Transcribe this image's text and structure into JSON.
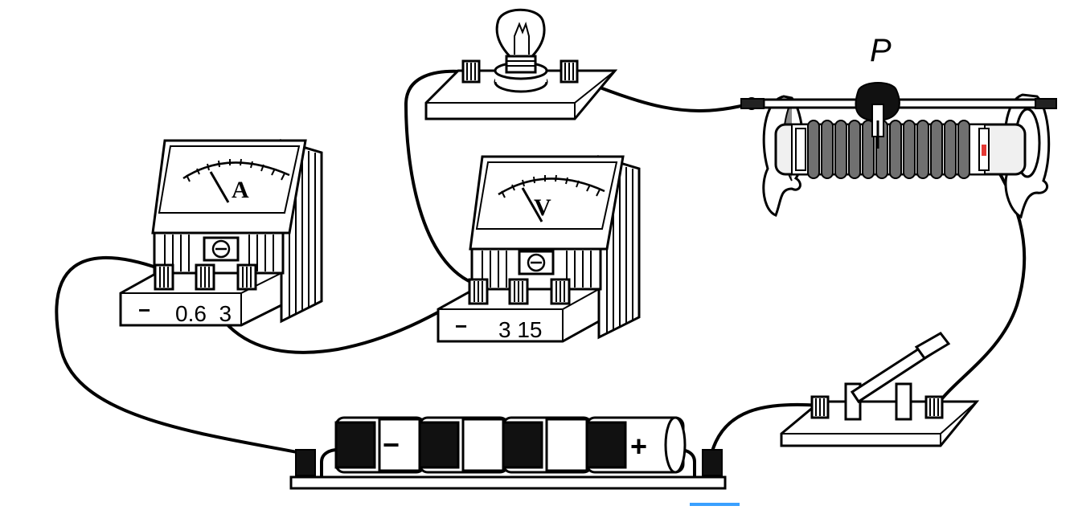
{
  "ammeter": {
    "letter": "A",
    "minus": "−",
    "terminals": [
      "0.6",
      "3"
    ],
    "terminal_text": "0.6  3"
  },
  "voltmeter": {
    "letter": "V",
    "minus": "−",
    "terminals": [
      "3",
      "15"
    ],
    "terminal_text": "3 15"
  },
  "rheostat": {
    "slider_label": "P"
  },
  "battery": {
    "minus": "−",
    "plus": "+"
  },
  "colors": {
    "line": "#000000",
    "metal": "#8a8a8a",
    "coil": "#707070",
    "accent": "#3aa0ff",
    "red_mark": "#e53935"
  }
}
